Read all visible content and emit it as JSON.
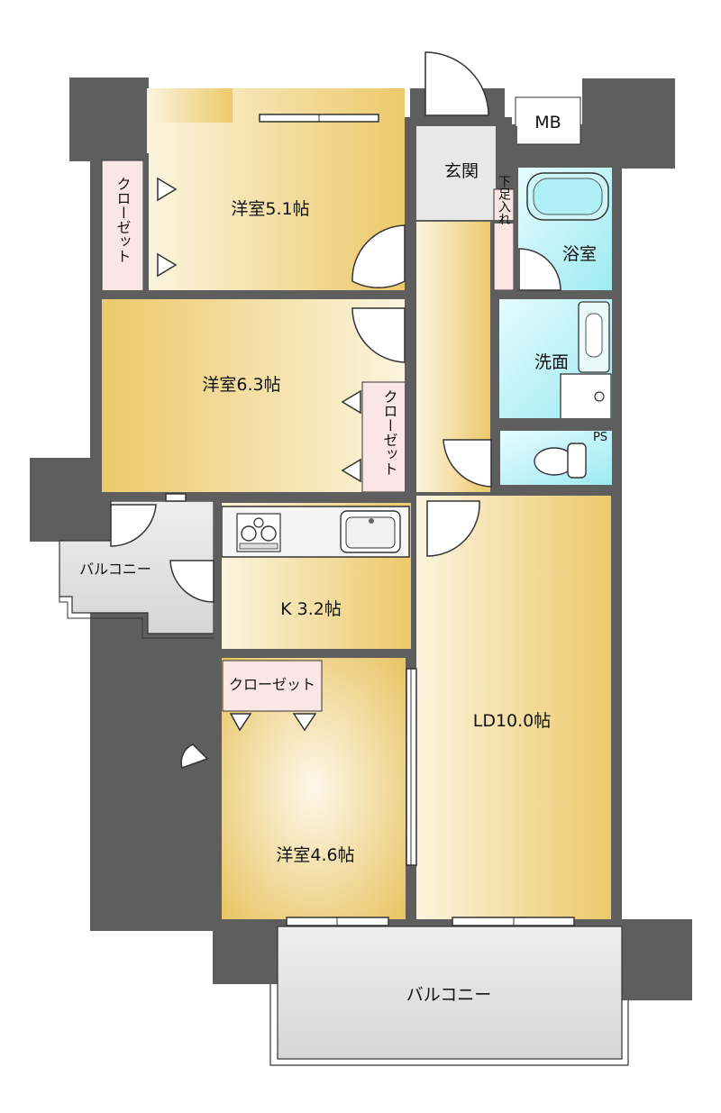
{
  "rooms": {
    "western_5_1": "洋室5.1帖",
    "western_6_3": "洋室6.3帖",
    "western_4_6": "洋室4.6帖",
    "kitchen": "K 3.2帖",
    "ld": "LD10.0帖",
    "entrance": "玄関",
    "bath": "浴室",
    "washroom": "洗面",
    "mb": "MB",
    "ps": "PS",
    "shoe_closet": "下足入れ",
    "closet_1": "クローゼット",
    "closet_2": "クローゼット",
    "closet_3": "クローゼット",
    "balcony_small": "バルコニー",
    "balcony_main": "バルコニー"
  },
  "colors": {
    "wall": "#5e5e5e",
    "room_warm": "#ecc96a",
    "room_light": "#fbf4de",
    "balcony": "#e3e3e3",
    "water_area": "#bff3f8",
    "closet": "#fbe6e6",
    "entrance": "#e8e8e8"
  }
}
